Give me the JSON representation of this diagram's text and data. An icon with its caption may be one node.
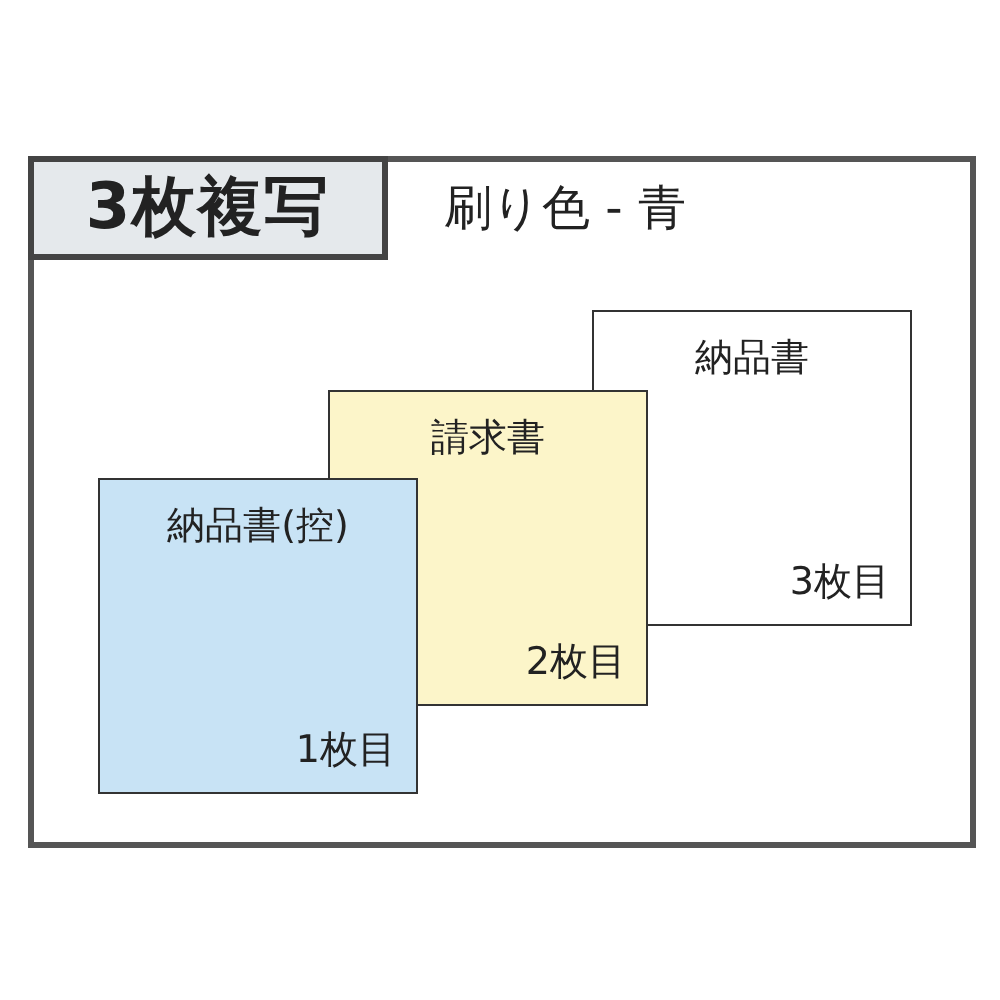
{
  "diagram": {
    "nodes": [
      {
        "text": [
          "3枚複写"
        ]
      },
      {
        "text": [
          "納品書",
          "3枚目"
        ]
      },
      {
        "text": [
          "請求書",
          "2枚目"
        ]
      },
      {
        "text": [
          "納品書(控)",
          "1枚目"
        ]
      }
    ],
    "labels": [
      "刷り色 - 青"
    ]
  }
}
